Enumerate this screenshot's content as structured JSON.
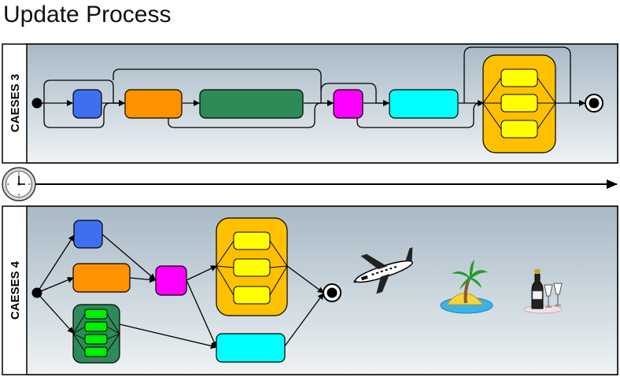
{
  "title": "Update Process",
  "lanes": [
    {
      "label": "CAESES 3"
    },
    {
      "label": "CAESES 4"
    }
  ],
  "colors": {
    "blue": "#3f6ff0",
    "orange": "#ff9200",
    "darkgreen": "#2e8b57",
    "magenta": "#ff00ff",
    "cyan": "#00ffff",
    "gold_container": "#ffc000",
    "yellow": "#ffff00",
    "green": "#00ee00",
    "lane_top": "#a9bcc9",
    "lane_bottom": "#eef2f4"
  },
  "icons": [
    "clock-icon",
    "airplane-icon",
    "island-icon",
    "champagne-icon"
  ]
}
